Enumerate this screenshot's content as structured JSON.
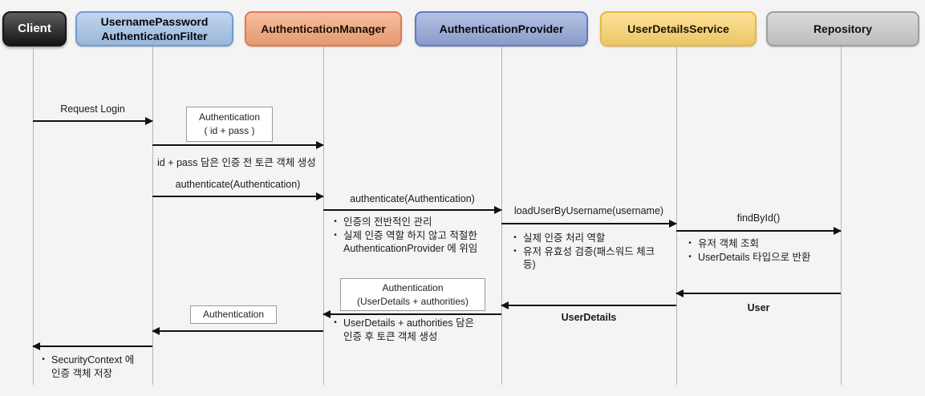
{
  "actors": [
    {
      "id": "client",
      "label_lines": [
        "Client"
      ],
      "fill": "#161616",
      "border": "#161616",
      "text": "#ffffff"
    },
    {
      "id": "username-password-authentication-filter",
      "label_lines": [
        "UsernamePassword",
        "AuthenticationFilter"
      ],
      "fill": "#a5c4e9",
      "border": "#6f9bd1",
      "text": "#06060f"
    },
    {
      "id": "authentication-manager",
      "label_lines": [
        "AuthenticationManager"
      ],
      "fill": "#f5a478",
      "border": "#e2794b",
      "text": "#1a0d06"
    },
    {
      "id": "authentication-provider",
      "label_lines": [
        "AuthenticationProvider"
      ],
      "fill": "#93a7d8",
      "border": "#66ablue",
      "text": "#06060f"
    },
    {
      "id": "user-details-service",
      "label_lines": [
        "UserDetailsService"
      ],
      "fill": "#fdd56e",
      "border": "#e8b93d",
      "text": "#1a1404"
    },
    {
      "id": "repository",
      "label_lines": [
        "Repository"
      ],
      "fill": "#cbcbcb",
      "border": "#9f9f9f",
      "text": "#111111"
    }
  ],
  "messages": {
    "request_login": "Request Login",
    "create_pre_token": "id + pass 담은 인증 전 토큰 객체 생성",
    "authenticate_filter_to_manager": "authenticate(Authentication)",
    "authenticate_manager_to_provider": "authenticate(Authentication)",
    "load_user_by_username": "loadUserByUsername(username)",
    "find_by_id": "findById()",
    "return_user": "User",
    "return_user_details": "UserDetails"
  },
  "notes": {
    "auth_pre_line1": "Authentication",
    "auth_pre_line2": "( id + pass )",
    "auth_post_line1": "Authentication",
    "auth_post_line2": "(UserDetails +  authorities)",
    "auth_simple": "Authentication"
  },
  "annotations": {
    "manager_bullet1": "인증의 전반적인 관리",
    "manager_bullet2": "실제 인증 역할 하지 않고 적절한",
    "manager_bullet2_cont": "AuthenticationProvider 에 위임",
    "provider_bullet1": "실제 인증 처리 역할",
    "provider_bullet2": "유저 유효성 검증(패스워드 체크",
    "provider_bullet2_cont": "등)",
    "uds_bullet1": "유저 객체 조회",
    "uds_bullet2": "UserDetails 타입으로 반환",
    "post_token_bullet1": "UserDetails +  authorities 담은",
    "post_token_bullet1_cont": "인증 후 토큰 객체 생성",
    "security_context_bullet1": "SecurityContext 에",
    "security_context_bullet1_cont": "인증 객체 저장"
  },
  "colors": {
    "canvas_background": "#f4f4f4",
    "lifeline": "#b4b4b4",
    "arrow": "#111111",
    "note_border": "#9a9a9a",
    "actor_fills": [
      "#161616",
      "#a5c4e9",
      "#f5a478",
      "#93a7d8",
      "#fdd56e",
      "#cbcbcb"
    ],
    "actor_borders": [
      "#161616",
      "#6f9bd1",
      "#e2794b",
      "#6579c1",
      "#e8b93d",
      "#9f9f9f"
    ]
  }
}
